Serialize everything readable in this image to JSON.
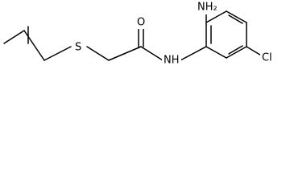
{
  "molecule": {
    "atoms": {
      "amino_group": "NH₂",
      "amide_oxygen": "O",
      "thioether_sulfur": "S",
      "amide_nitrogen": "NH",
      "chloro": "Cl"
    }
  }
}
